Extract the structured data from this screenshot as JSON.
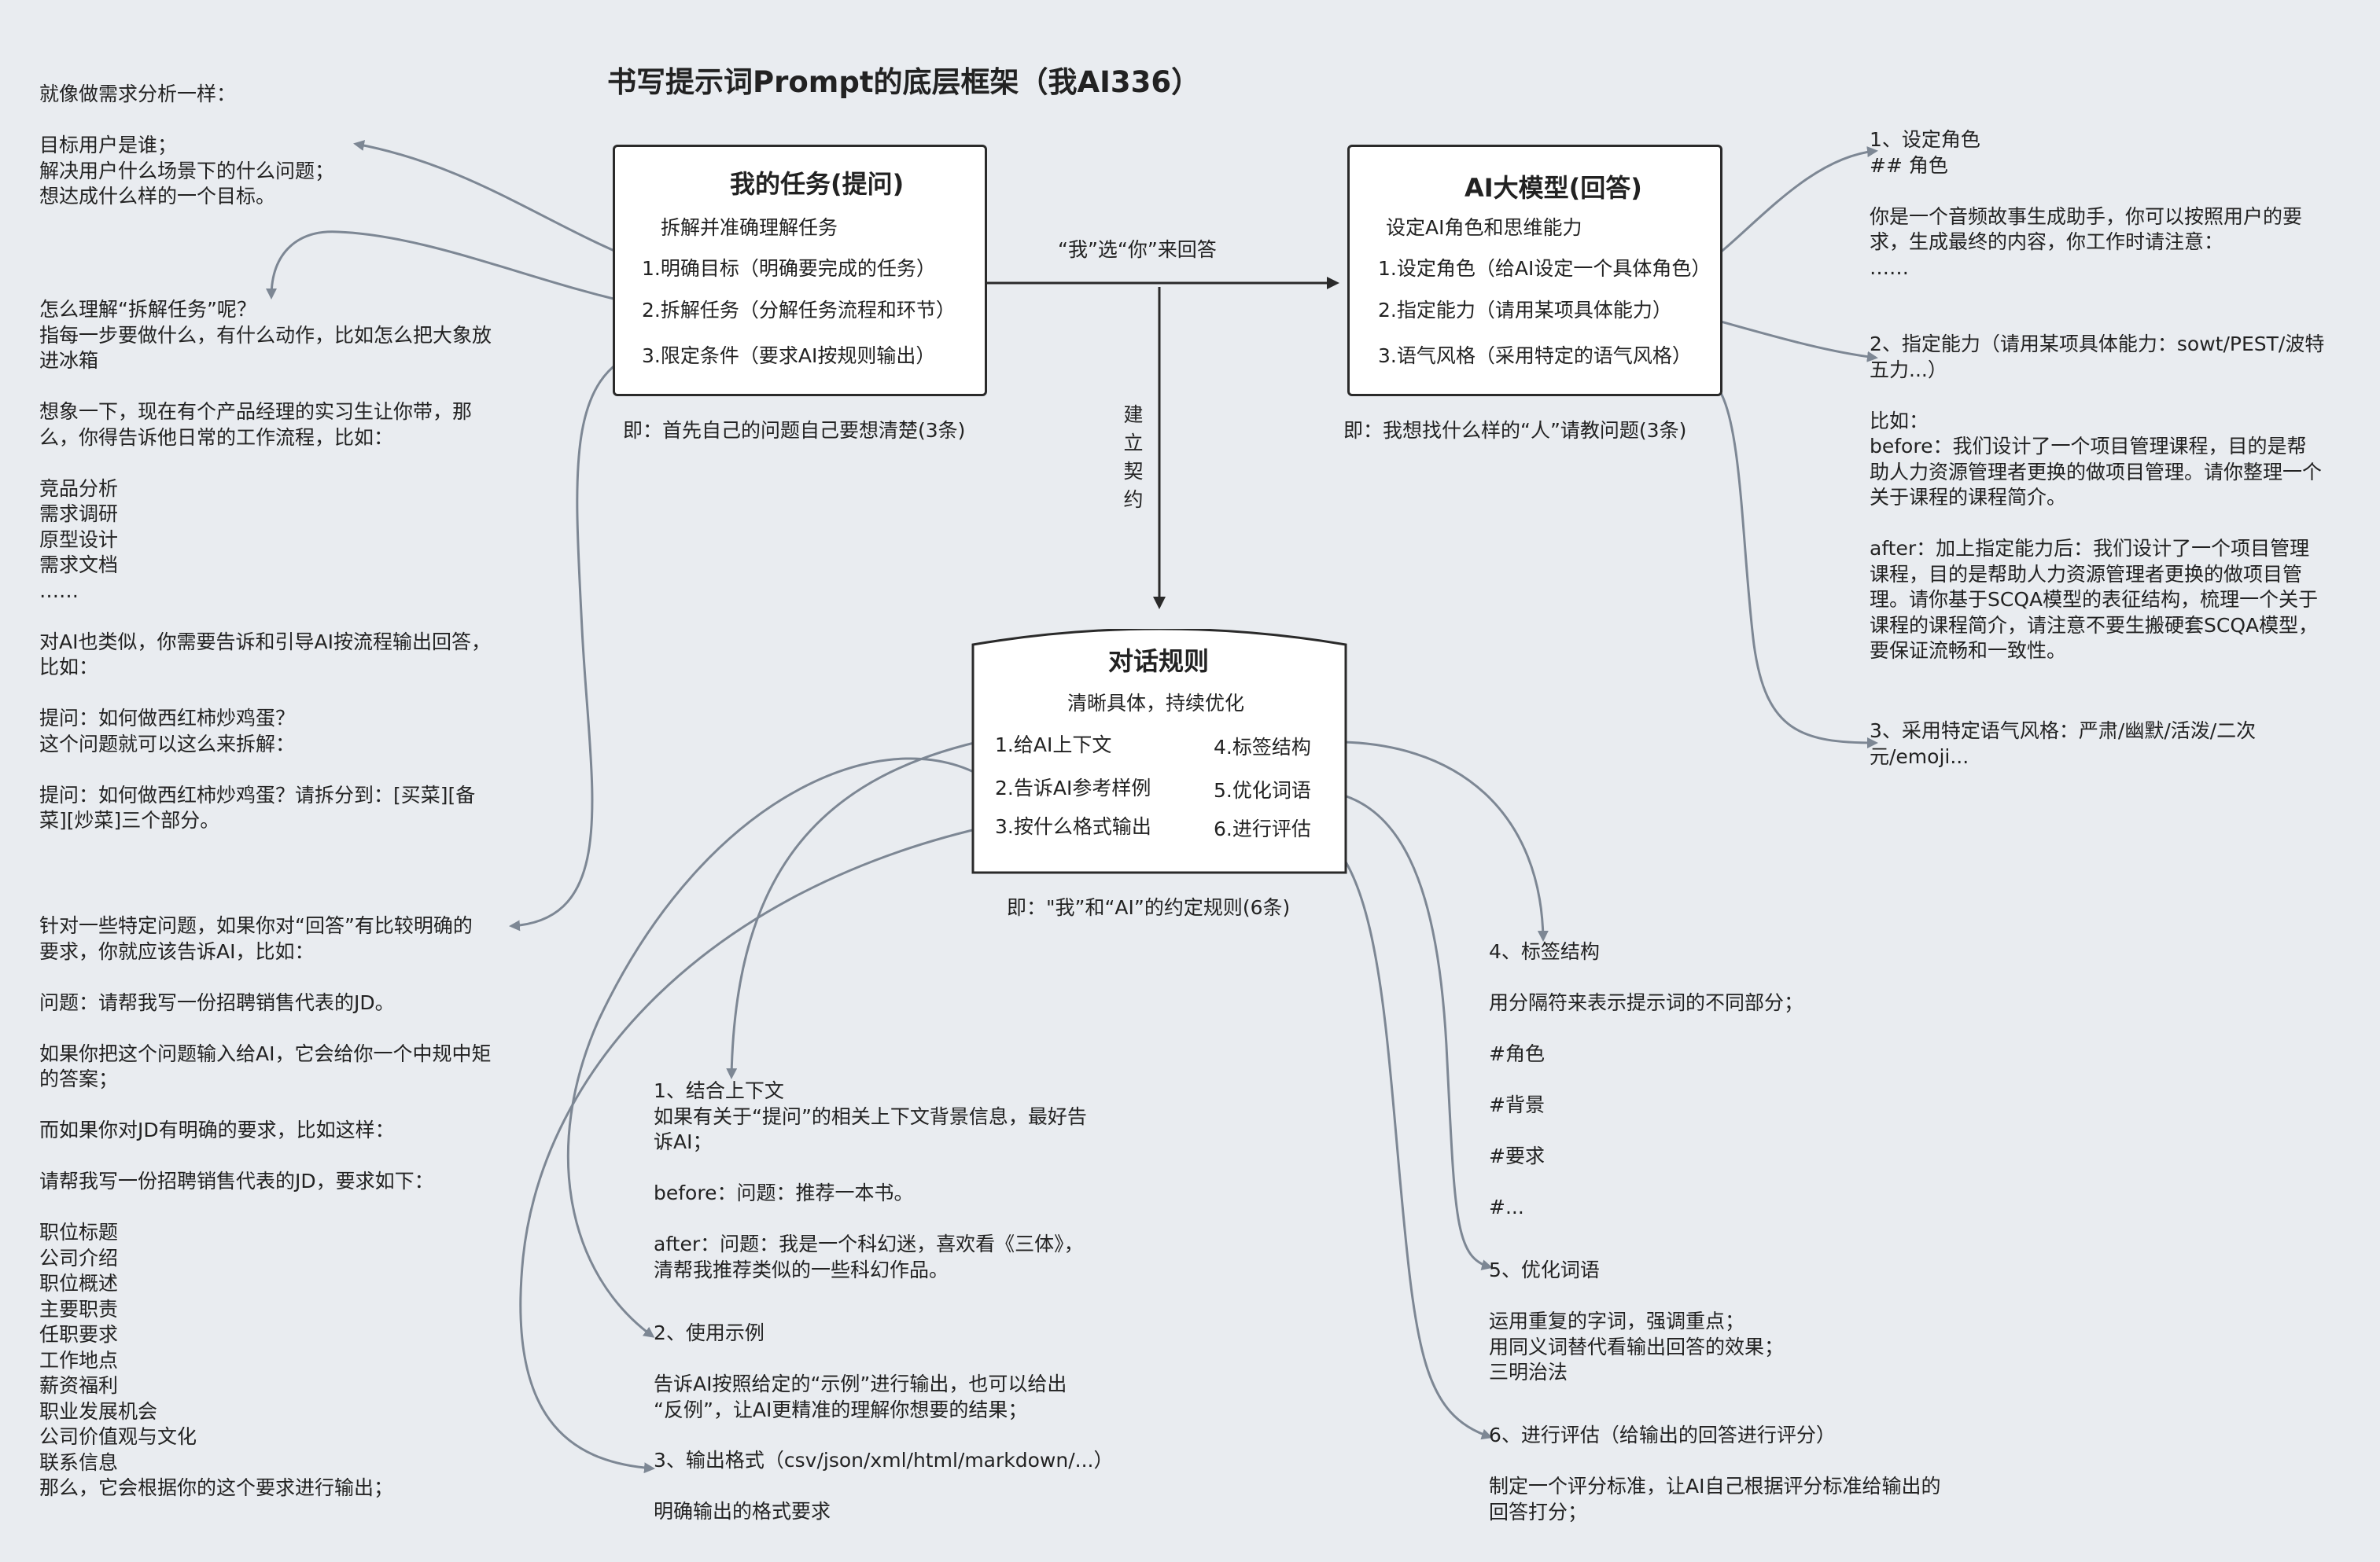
{
  "title": "书写提示词Prompt的底层框架（我AI336）",
  "task_box": {
    "title": "我的任务(提问)",
    "subtitle": "拆解并准确理解任务",
    "items": [
      "1.明确目标（明确要完成的任务）",
      "2.拆解任务（分解任务流程和环节）",
      "3.限定条件（要求AI按规则输出）"
    ],
    "caption": "即：首先自己的问题自己要想清楚(3条)"
  },
  "ai_box": {
    "title": "AI大模型(回答)",
    "subtitle": "设定AI角色和思维能力",
    "items": [
      "1.设定角色（给AI设定一个具体角色）",
      "2.指定能力（请用某项具体能力）",
      "3.语气风格（采用特定的语气风格）"
    ],
    "caption": "即：我想找什么样的“人”请教问题(3条)"
  },
  "rules_box": {
    "title": "对话规则",
    "subtitle": "清晰具体，持续优化",
    "left_items": [
      "1.给AI上下文",
      "2.告诉AI参考样例",
      "3.按什么格式输出"
    ],
    "right_items": [
      "4.标签结构",
      "5.优化词语",
      "6.进行评估"
    ],
    "caption": "即：\"我”和“AI”的约定规则(6条)"
  },
  "edge_labels": {
    "choose": "“我”选“你”来回答",
    "contract": [
      "建",
      "立",
      "契",
      "约"
    ]
  },
  "notes": {
    "goal": "就像做需求分析一样：\n\n目标用户是谁；\n解决用户什么场景下的什么问题；\n想达成什么样的一个目标。",
    "decompose": "怎么理解“拆解任务”呢？\n指每一步要做什么，有什么动作，比如怎么把大象放\n进冰箱\n\n想象一下，现在有个产品经理的实习生让你带，那\n么，你得告诉他日常的工作流程，比如：\n\n竞品分析\n需求调研\n原型设计\n需求文档\n……\n\n对AI也类似，你需要告诉和引导AI按流程输出回答，\n比如：\n\n提问：如何做西红柿炒鸡蛋？\n这个问题就可以这么来拆解：\n\n提问：如何做西红柿炒鸡蛋？请拆分到：[买菜][备\n菜][炒菜]三个部分。",
    "constraints": "针对一些特定问题，如果你对“回答”有比较明确的\n要求，你就应该告诉AI，比如：\n\n问题：请帮我写一份招聘销售代表的JD。\n\n如果你把这个问题输入给AI，它会给你一个中规中矩\n的答案；\n\n而如果你对JD有明确的要求，比如这样：\n\n请帮我写一份招聘销售代表的JD，要求如下：\n\n职位标题\n公司介绍\n职位概述\n主要职责\n任职要求\n工作地点\n薪资福利\n职业发展机会\n公司价值观与文化\n联系信息\n那么，它会根据你的这个要求进行输出；",
    "role": "1、设定角色\n## 角色\n\n你是一个音频故事生成助手，你可以按照用户的要\n求，生成最终的内容，你工作时请注意：\n……",
    "ability": "2、指定能力（请用某项具体能力：sowt/PEST/波特\n五力...）\n\n比如：\nbefore：我们设计了一个项目管理课程，目的是帮\n助人力资源管理者更换的做项目管理。请你整理一个\n关于课程的课程简介。\n\nafter：加上指定能力后：我们设计了一个项目管理\n课程，目的是帮助人力资源管理者更换的做项目管\n理。请你基于SCQA模型的表征结构，梳理一个关于\n课程的课程简介，请注意不要生搬硬套SCQA模型，\n要保证流畅和一致性。",
    "tone": "3、采用特定语气风格：严肃/幽默/活泼/二次\n元/emoji...",
    "context": "1、结合上下文\n如果有关于“提问”的相关上下文背景信息，最好告\n诉AI；\n\nbefore：问题：推荐一本书。\n\nafter：问题：我是一个科幻迷，喜欢看《三体》，\n清帮我推荐类似的一些科幻作品。",
    "examples": "2、使用示例\n\n告诉AI按照给定的“示例”进行输出，也可以给出\n“反例”，让AI更精准的理解你想要的结果；",
    "format": "3、输出格式（csv/json/xml/html/markdown/...）\n\n明确输出的格式要求",
    "tags": "4、标签结构\n\n用分隔符来表示提示词的不同部分；\n\n#角色\n\n#背景\n\n#要求\n\n#...",
    "wording": "5、优化词语\n\n运用重复的字词，强调重点；\n用同义词替代看输出回答的效果；\n三明治法",
    "evaluate": "6、进行评估（给输出的回答进行评分）\n\n制定一个评分标准，让AI自己根据评分标准给输出的\n回答打分；"
  },
  "colors": {
    "background": "#e9ecf0",
    "connector": "#7d8794",
    "box_border": "#2a2a2a"
  }
}
